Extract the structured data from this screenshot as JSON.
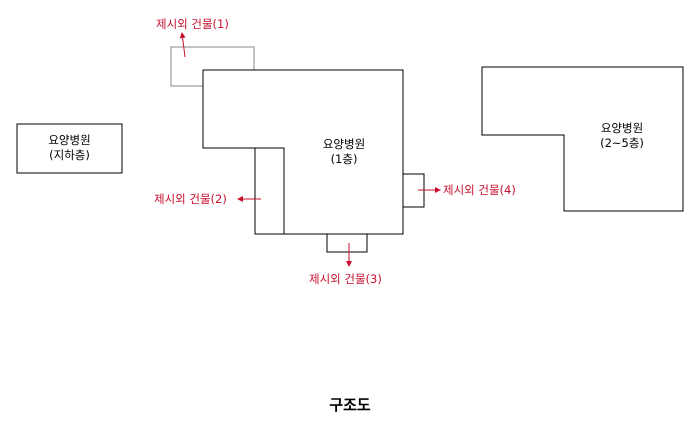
{
  "buildings": {
    "basement": {
      "name": "요양병원",
      "floor": "(지하층)"
    },
    "first": {
      "name": "요양병원",
      "floor": "(1층)"
    },
    "upper": {
      "name": "요양병원",
      "floor": "(2~5층)"
    }
  },
  "excluded": [
    "제시외 건물(1)",
    "제시외 건물(2)",
    "제시외 건물(3)",
    "제시외 건물(4)"
  ],
  "caption": "구조도",
  "colors": {
    "outline": "#000000",
    "annex_outline": "#888888",
    "annotation": "#c8102e"
  }
}
